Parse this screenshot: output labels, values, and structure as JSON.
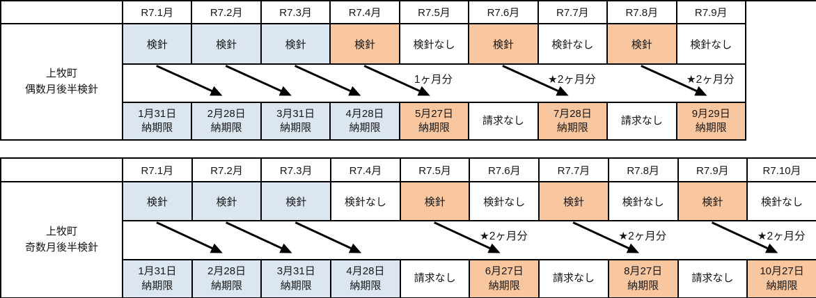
{
  "colors": {
    "cell_blue": "#dce6f1",
    "cell_orange": "#f8c7a0",
    "border": "#000000",
    "text": "#161616",
    "arrow": "#000000"
  },
  "tables": [
    {
      "label": "上牧町\n偶数月後半検針",
      "months": [
        "R7.1月",
        "R7.2月",
        "R7.3月",
        "R7.4月",
        "R7.5月",
        "R7.6月",
        "R7.7月",
        "R7.8月",
        "R7.9月"
      ],
      "reading_cells": [
        {
          "text": "検針",
          "fill": "blue"
        },
        {
          "text": "検針",
          "fill": "blue"
        },
        {
          "text": "検針",
          "fill": "blue"
        },
        {
          "text": "検針",
          "fill": "orange"
        },
        {
          "text": "検針なし",
          "fill": "none"
        },
        {
          "text": "検針",
          "fill": "orange"
        },
        {
          "text": "検針なし",
          "fill": "none"
        },
        {
          "text": "検針",
          "fill": "orange"
        },
        {
          "text": "検針なし",
          "fill": "none"
        }
      ],
      "arrows": [
        {
          "from": 1,
          "to": 2,
          "label": ""
        },
        {
          "from": 2,
          "to": 3,
          "label": ""
        },
        {
          "from": 3,
          "to": 4,
          "label": ""
        },
        {
          "from": 4,
          "to": 5,
          "label": "1ヶ月分"
        },
        {
          "from": 6,
          "to": 7,
          "label": "★2ヶ月分"
        },
        {
          "from": 8,
          "to": 9,
          "label": "★2ヶ月分"
        }
      ],
      "due_cells": [
        {
          "text": "1月31日\n納期限",
          "fill": "blue"
        },
        {
          "text": "2月28日\n納期限",
          "fill": "blue"
        },
        {
          "text": "3月31日\n納期限",
          "fill": "blue"
        },
        {
          "text": "4月28日\n納期限",
          "fill": "blue"
        },
        {
          "text": "5月27日\n納期限",
          "fill": "orange"
        },
        {
          "text": "請求なし",
          "fill": "none"
        },
        {
          "text": "7月28日\n納期限",
          "fill": "orange"
        },
        {
          "text": "請求なし",
          "fill": "none"
        },
        {
          "text": "9月29日\n納期限",
          "fill": "orange"
        }
      ]
    },
    {
      "label": "上牧町\n奇数月後半検針",
      "months": [
        "R7.1月",
        "R7.2月",
        "R7.3月",
        "R7.4月",
        "R7.5月",
        "R7.6月",
        "R7.7月",
        "R7.8月",
        "R7.9月",
        "R7.10月"
      ],
      "reading_cells": [
        {
          "text": "検針",
          "fill": "blue"
        },
        {
          "text": "検針",
          "fill": "blue"
        },
        {
          "text": "検針",
          "fill": "blue"
        },
        {
          "text": "検針なし",
          "fill": "none"
        },
        {
          "text": "検針",
          "fill": "orange"
        },
        {
          "text": "検針なし",
          "fill": "none"
        },
        {
          "text": "検針",
          "fill": "orange"
        },
        {
          "text": "検針なし",
          "fill": "none"
        },
        {
          "text": "検針",
          "fill": "orange"
        },
        {
          "text": "検針なし",
          "fill": "none"
        }
      ],
      "arrows": [
        {
          "from": 1,
          "to": 2,
          "label": ""
        },
        {
          "from": 2,
          "to": 3,
          "label": ""
        },
        {
          "from": 3,
          "to": 4,
          "label": ""
        },
        {
          "from": 5,
          "to": 6,
          "label": "★2ヶ月分"
        },
        {
          "from": 7,
          "to": 8,
          "label": "★2ヶ月分"
        },
        {
          "from": 9,
          "to": 10,
          "label": "★2ヶ月分"
        }
      ],
      "due_cells": [
        {
          "text": "1月31日\n納期限",
          "fill": "blue"
        },
        {
          "text": "2月28日\n納期限",
          "fill": "blue"
        },
        {
          "text": "3月31日\n納期限",
          "fill": "blue"
        },
        {
          "text": "4月28日\n納期限",
          "fill": "blue"
        },
        {
          "text": "請求なし",
          "fill": "none"
        },
        {
          "text": "6月27日\n納期限",
          "fill": "orange"
        },
        {
          "text": "請求なし",
          "fill": "none"
        },
        {
          "text": "8月27日\n納期限",
          "fill": "orange"
        },
        {
          "text": "請求なし",
          "fill": "none"
        },
        {
          "text": "10月27日\n納期限",
          "fill": "orange"
        }
      ]
    }
  ]
}
